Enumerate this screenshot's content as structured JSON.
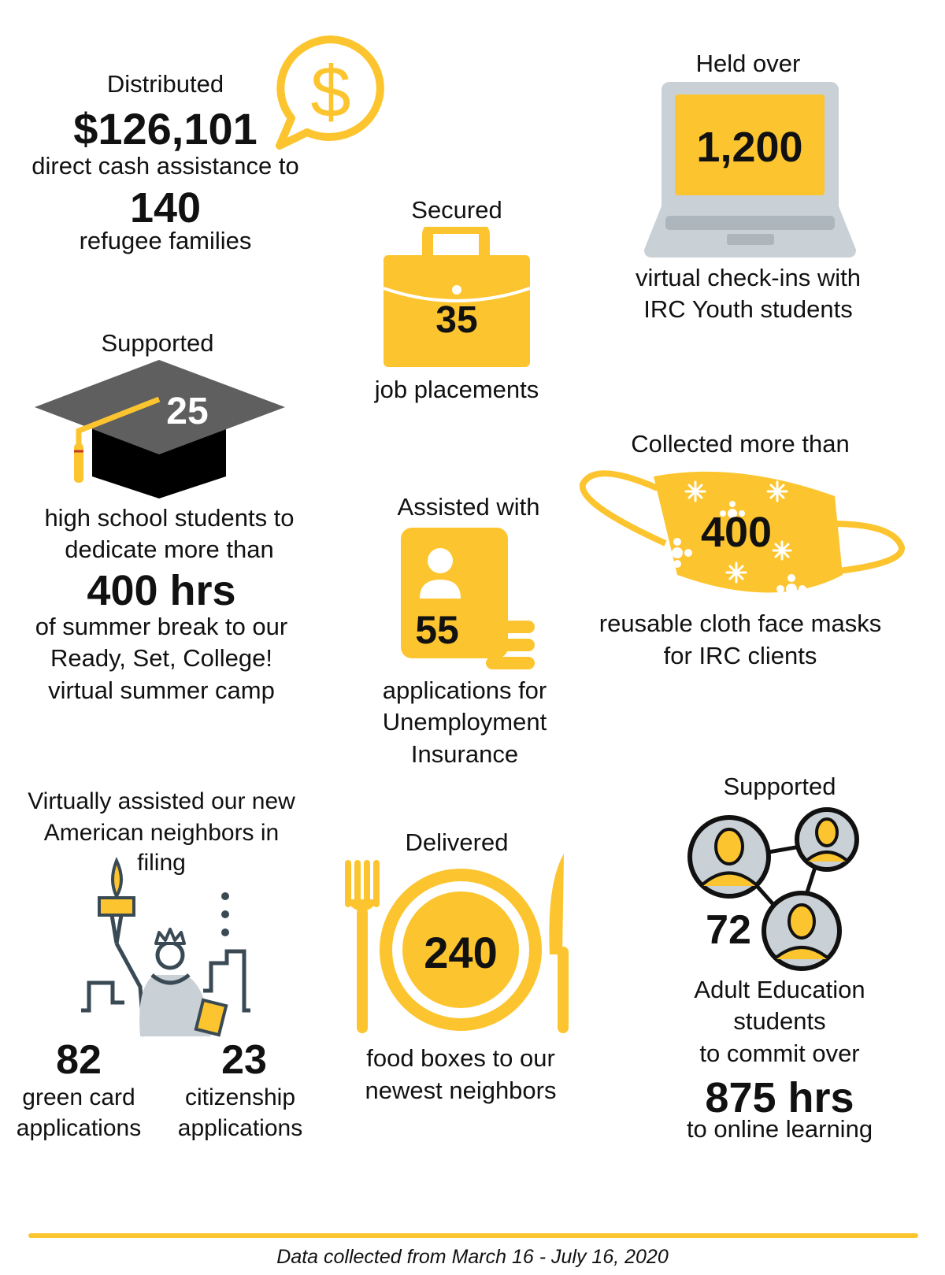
{
  "cash": {
    "intro": "Distributed",
    "amount": "$126,101",
    "mid": "direct cash assistance to",
    "families": "140",
    "outro": "refugee families"
  },
  "checkins": {
    "intro": "Held over",
    "count": "1,200",
    "line1": "virtual check-ins with",
    "line2": "IRC Youth students"
  },
  "jobs": {
    "intro": "Secured",
    "count": "35",
    "outro": "job placements"
  },
  "students": {
    "intro": "Supported",
    "count": "25",
    "line1": "high school students to",
    "line2": "dedicate more than",
    "hours": "400 hrs",
    "line3": "of summer break to our",
    "line4": "Ready, Set, College!",
    "line5": "virtual summer camp"
  },
  "unemployment": {
    "intro": "Assisted with",
    "count": "55",
    "line1": "applications for",
    "line2": "Unemployment",
    "line3": "Insurance"
  },
  "masks": {
    "intro": "Collected more than",
    "count": "400",
    "line1": "reusable cloth face masks",
    "line2": "for IRC clients"
  },
  "immigration": {
    "line1": "Virtually assisted our new",
    "line2": "American neighbors in",
    "line3": "filing",
    "green_count": "82",
    "green_l1": "green card",
    "green_l2": "applications",
    "cit_count": "23",
    "cit_l1": "citizenship",
    "cit_l2": "applications"
  },
  "food": {
    "intro": "Delivered",
    "count": "240",
    "line1": "food boxes to our",
    "line2": "newest neighbors"
  },
  "adult_ed": {
    "intro": "Supported",
    "count": "72",
    "line1": "Adult Education",
    "line2": "students",
    "line3": "to commit over",
    "hours": "875 hrs",
    "line4": "to online learning"
  },
  "footer": "Data collected from March 16 - July 16, 2020",
  "icons": [
    "dollar-speech-bubble-icon",
    "laptop-icon",
    "briefcase-icon",
    "graduation-cap-icon",
    "id-card-icon",
    "face-mask-icon",
    "statue-of-liberty-icon",
    "plate-fork-knife-icon",
    "people-network-icon"
  ],
  "colors": {
    "accent": "#FCC52F",
    "dark": "#111111",
    "gray": "#C9D0D6",
    "cap": "#5F5F5F"
  }
}
